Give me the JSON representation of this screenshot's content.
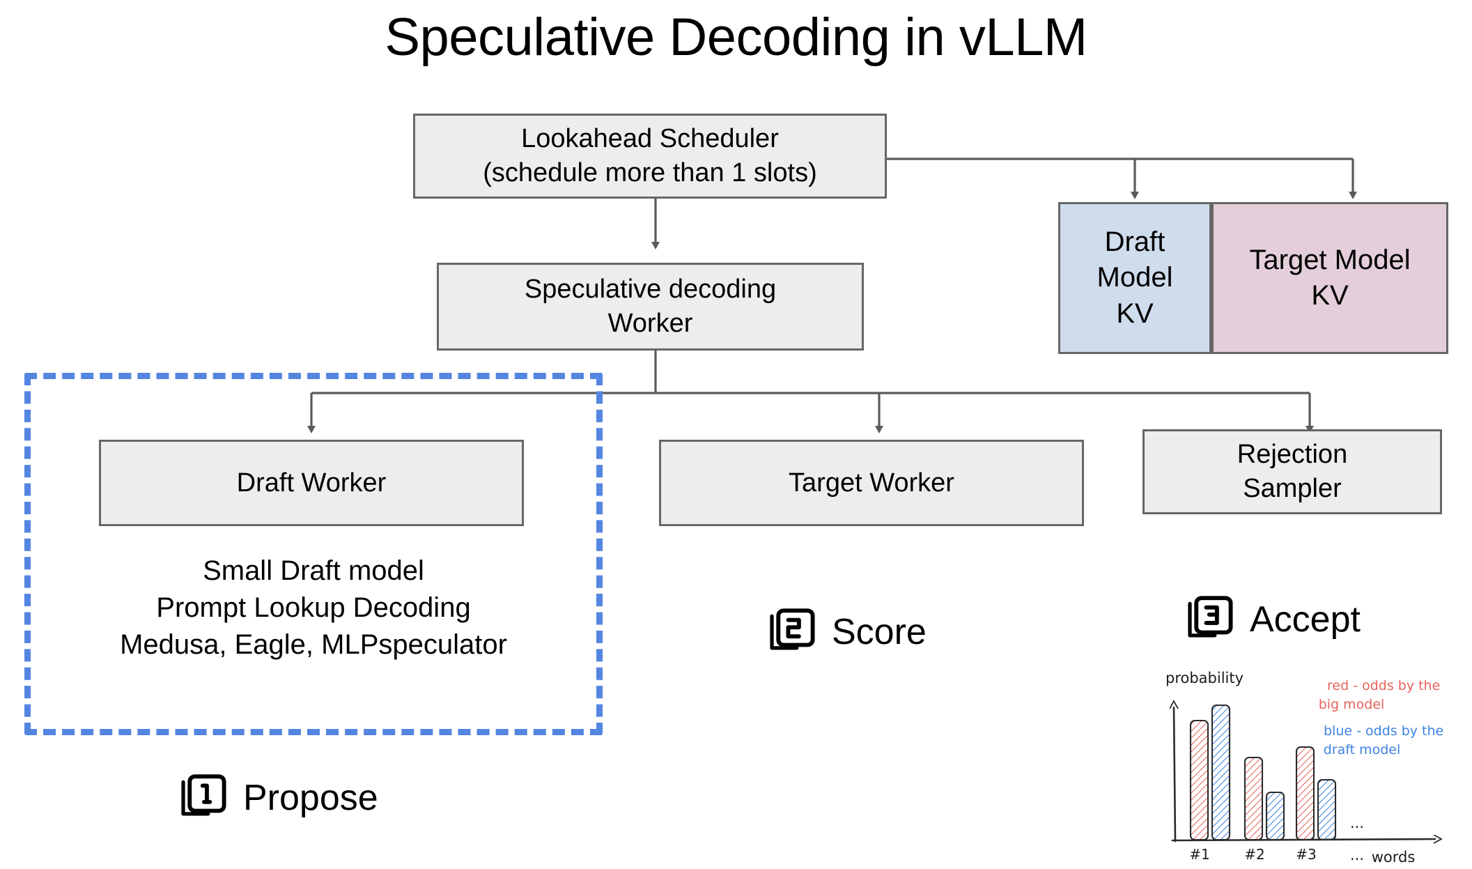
{
  "title": "Speculative Decoding in vLLM",
  "nodes": {
    "lookahead_scheduler": "Lookahead Scheduler\n(schedule more than 1 slots)",
    "spec_decoding_worker": "Speculative decoding\nWorker",
    "draft_model_kv": "Draft\nModel\nKV",
    "target_model_kv": "Target Model\nKV",
    "draft_worker": "Draft Worker",
    "target_worker": "Target Worker",
    "rejection_sampler": "Rejection\nSampler"
  },
  "draft_methods": "Small Draft model\nPrompt Lookup Decoding\nMedusa, Eagle, MLPspeculator",
  "steps": [
    {
      "number": "1",
      "label": "Propose"
    },
    {
      "number": "2",
      "label": "Score"
    },
    {
      "number": "3",
      "label": "Accept"
    }
  ],
  "colors": {
    "draft_kv_fill": "#cfdcec",
    "target_kv_fill": "#e3ced9",
    "node_fill": "#ededed",
    "node_border": "#666666",
    "dashed_border": "#5485e0",
    "chart_red": "#e8625a",
    "chart_blue": "#3d82e0",
    "chart_ink": "#2b2b2b"
  },
  "chart_data": {
    "type": "bar",
    "title": "",
    "xlabel": "words",
    "ylabel": "probability",
    "categories": [
      "#1",
      "#2",
      "#3"
    ],
    "series": [
      {
        "name": "red - odds by the big model",
        "color": "#e8625a",
        "values": [
          0.78,
          0.52,
          0.6
        ]
      },
      {
        "name": "blue - odds by the draft model",
        "color": "#3d82e0",
        "values": [
          0.9,
          0.27,
          0.38
        ]
      }
    ],
    "legend": [
      {
        "text": "red - odds by the\nbig model",
        "color": "#e8625a"
      },
      {
        "text": "blue - odds by the\ndraft model",
        "color": "#3d82e0"
      }
    ],
    "ylim": [
      0,
      1
    ],
    "grid": false,
    "legend_position": "upper-right",
    "annotations": [
      "...",
      "..."
    ],
    "style": "hand-drawn, diagonal hatch fill"
  }
}
